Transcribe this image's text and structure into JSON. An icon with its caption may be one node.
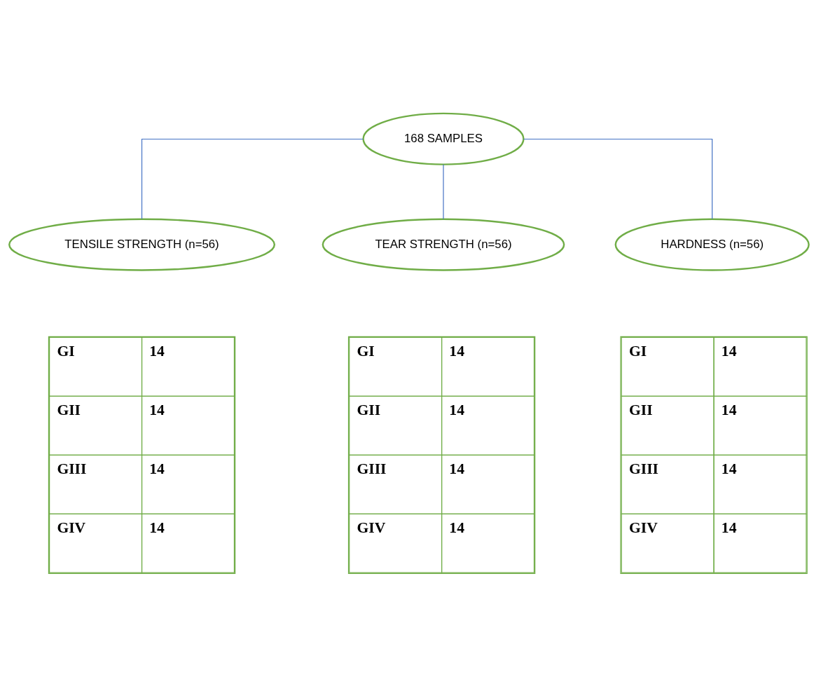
{
  "diagram": {
    "nodes": [
      {
        "text": [
          "168 SAMPLES"
        ]
      },
      {
        "text": [
          "TENSILE STRENGTH (n=56)"
        ]
      },
      {
        "text": [
          "TEAR STRENGTH (n=56)"
        ]
      },
      {
        "text": [
          "HARDNESS (n=56)"
        ]
      }
    ],
    "edges": [
      {
        "from": 0,
        "to": 1,
        "arrow": "none"
      },
      {
        "from": 0,
        "to": 2,
        "arrow": "none"
      },
      {
        "from": 0,
        "to": 3,
        "arrow": "none"
      }
    ],
    "labels": [
      "GI",
      "14",
      "GII",
      "14",
      "GIII",
      "14",
      "GIV",
      "14",
      "GI",
      "14",
      "GII",
      "14",
      "GIII",
      "14",
      "GIV",
      "14",
      "GI",
      "14",
      "GII",
      "14",
      "GIII",
      "14",
      "GIV",
      "14"
    ]
  }
}
